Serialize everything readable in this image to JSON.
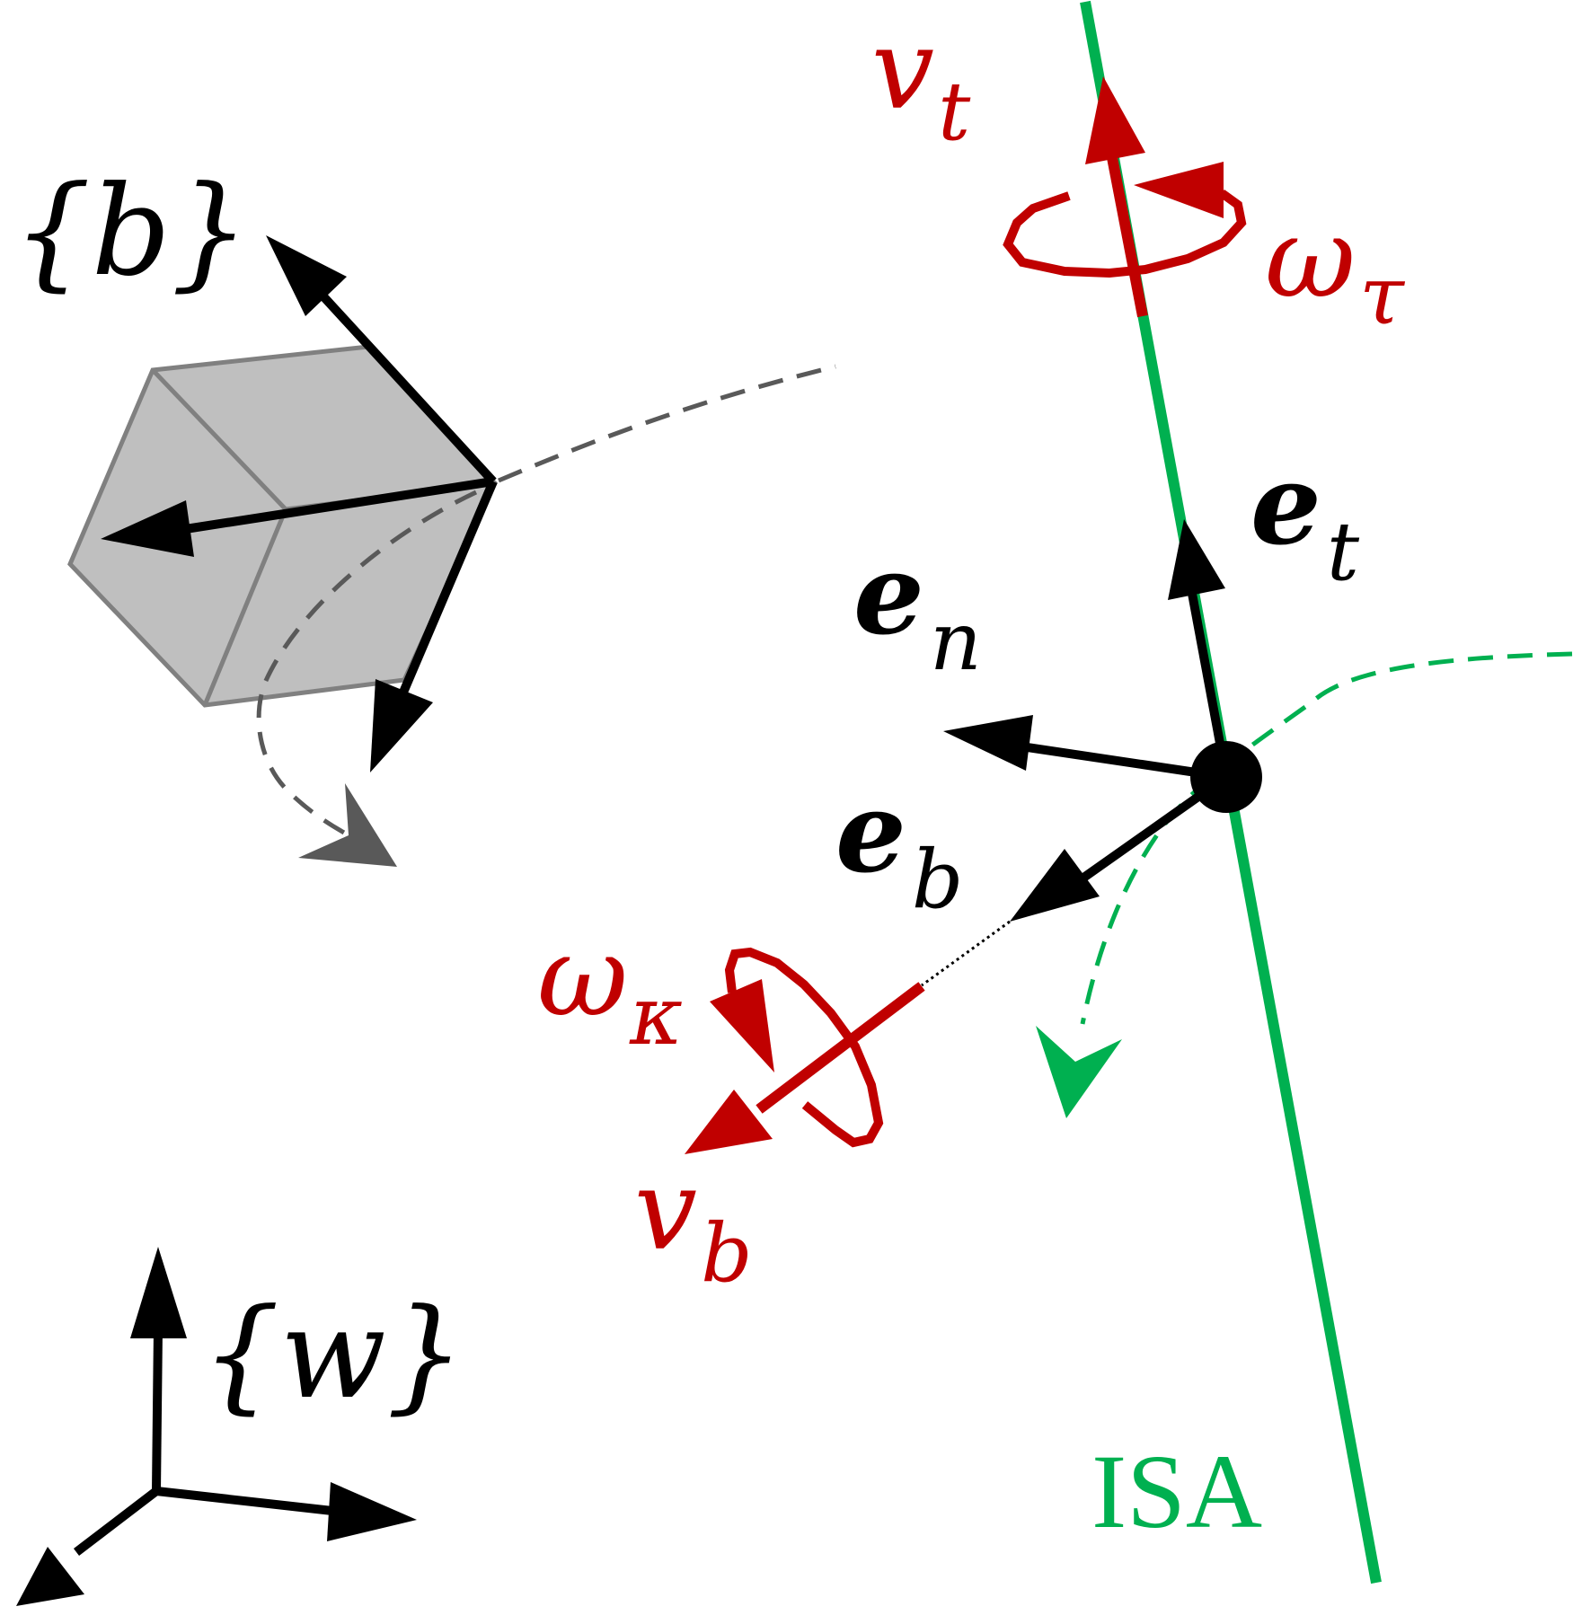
{
  "colors": {
    "axis_black": "#000000",
    "twist_red": "#c00000",
    "isa_green": "#00b050",
    "cube_fill": "#bfbfbf",
    "cube_edge": "#808080",
    "path_gray": "#595959"
  },
  "frames": {
    "body": "{b}",
    "world": "{w}"
  },
  "isa": {
    "label": "ISA"
  },
  "unit_vectors": {
    "e_t": {
      "base": "e",
      "sub": "t"
    },
    "e_n": {
      "base": "e",
      "sub": "n"
    },
    "e_b": {
      "base": "e",
      "sub": "b"
    }
  },
  "twist": {
    "v_t": {
      "base": "v",
      "sub": "t"
    },
    "omega_tau": {
      "base": "ω",
      "sub": "τ"
    },
    "omega_kappa": {
      "base": "ω",
      "sub": "κ"
    },
    "v_b": {
      "base": "v",
      "sub": "b"
    }
  }
}
